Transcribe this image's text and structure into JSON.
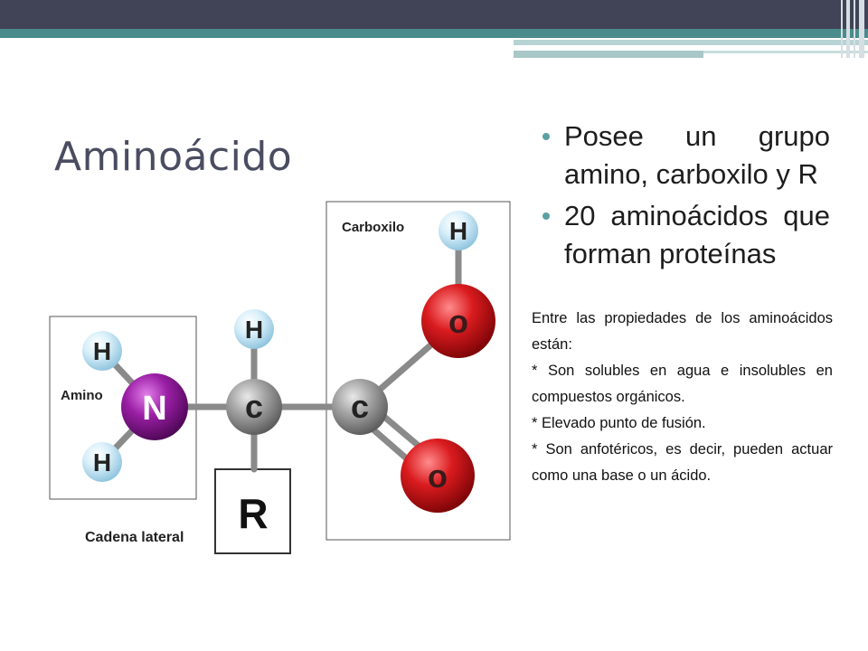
{
  "slide": {
    "title": "Aminoácido",
    "bullets": [
      "Posee un grupo amino, carboxilo y R",
      "20 aminoácidos que forman proteínas"
    ],
    "properties": {
      "intro": "Entre las propiedades de los aminoácidos están:",
      "items": [
        "* Son solubles en agua e insolubles en compuestos orgánicos.",
        "* Elevado punto de fusión.",
        "* Son anfotéricos, es decir, pueden actuar como una base o un ácido."
      ]
    }
  },
  "diagram": {
    "labels": {
      "amino": "Amino",
      "carboxilo": "Carboxilo",
      "cadena_lateral": "Cadena lateral"
    },
    "atoms": {
      "h_amino_top": "H",
      "n": "N",
      "h_amino_bottom": "H",
      "h_alpha": "H",
      "c_alpha": "c",
      "c_carboxyl": "c",
      "o_hydroxyl": "o",
      "o_carbonyl": "o",
      "h_carboxyl": "H",
      "r_group": "R"
    },
    "colors": {
      "hydrogen": "#bfe3f6",
      "nitrogen": "#8c1a96",
      "carbon": "#9a9a9a",
      "oxygen": "#d0171c",
      "bond": "#8a8a8a"
    }
  }
}
